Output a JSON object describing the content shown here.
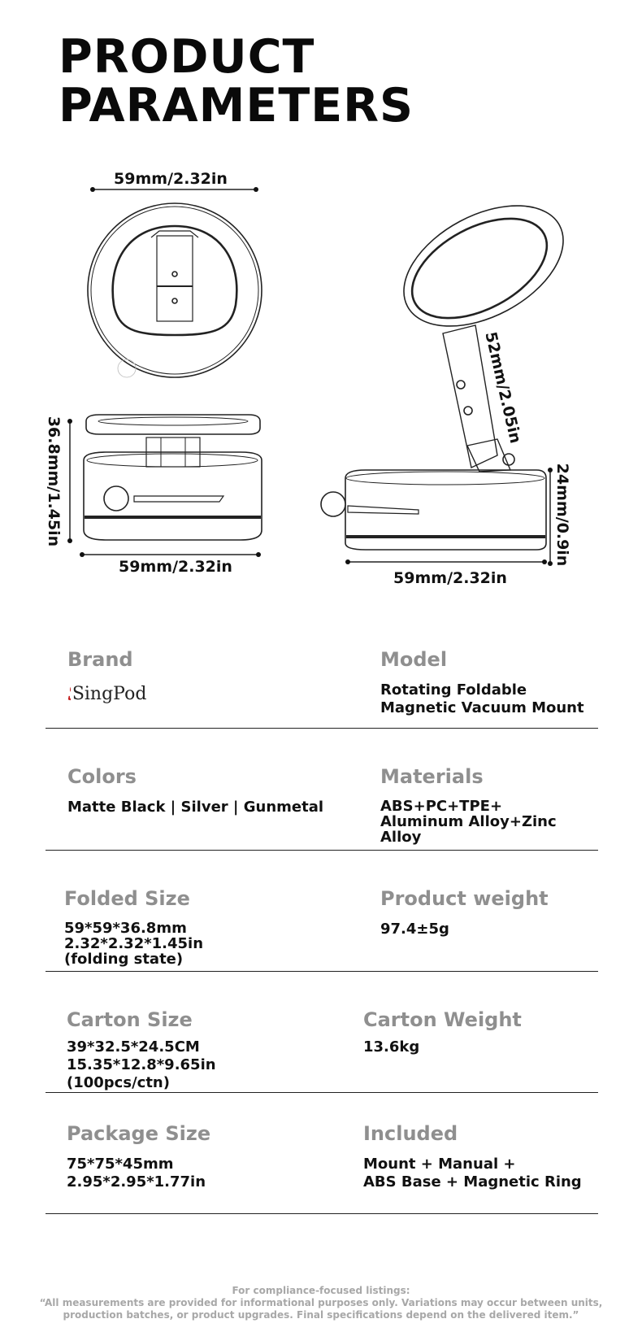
{
  "title": {
    "line1": "PRODUCT",
    "line2": "PARAMETERS"
  },
  "dimensions": {
    "top_view_width": "59mm/2.32in",
    "folded_height": "36.8mm/1.45in",
    "folded_width": "59mm/2.32in",
    "arm_length": "52mm/2.05in",
    "base_height": "24mm/0.9in",
    "base_width": "59mm/2.32in"
  },
  "specs": [
    {
      "left": {
        "label": "Brand",
        "logo": "SingPod"
      },
      "right": {
        "label": "Model",
        "value": "Rotating Foldable\nMagnetic Vacuum Mount"
      }
    },
    {
      "left": {
        "label": "Colors",
        "value": "Matte Black | Silver | Gunmetal"
      },
      "right": {
        "label": "Materials",
        "value": "ABS+PC+TPE+\nAluminum Alloy+Zinc Alloy"
      }
    },
    {
      "left": {
        "label": "Folded Size",
        "value": "59*59*36.8mm\n2.32*2.32*1.45in\n(folding state)"
      },
      "right": {
        "label": "Product weight",
        "value": "97.4±5g"
      }
    },
    {
      "left": {
        "label": "Carton Size",
        "value": "39*32.5*24.5CM\n15.35*12.8*9.65in\n (100pcs/ctn)"
      },
      "right": {
        "label": "Carton Weight",
        "value": "13.6kg"
      }
    },
    {
      "left": {
        "label": "Package Size",
        "value": "75*75*45mm\n2.95*2.95*1.77in"
      },
      "right": {
        "label": "Included",
        "value": "Mount + Manual +\nABS Base + Magnetic Ring"
      }
    }
  ],
  "footer": {
    "line1": "For compliance-focused listings:",
    "line2": "“All measurements are provided for informational purposes only. Variations may occur between units,",
    "line3": "production batches, or product upgrades. Final specifications depend on the delivered item.”"
  }
}
